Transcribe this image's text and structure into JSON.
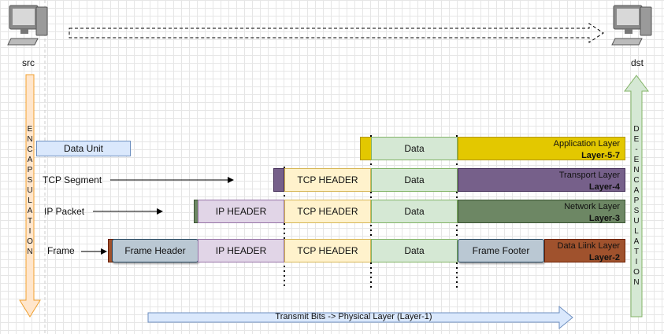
{
  "hosts": {
    "src": "src",
    "dst": "dst"
  },
  "left_arrow_text": "ENCAPSULATION",
  "right_arrow_text": "DE-ENCAPSULATION",
  "legend": {
    "data_unit": "Data Unit"
  },
  "rows": {
    "segment_label": "TCP Segment",
    "packet_label": "IP Packet",
    "frame_label": "Frame"
  },
  "boxes": {
    "data": "Data",
    "tcp_header": "TCP HEADER",
    "ip_header": "IP HEADER",
    "frame_header": "Frame Header",
    "frame_footer": "Frame Footer"
  },
  "layers": {
    "application": {
      "name": "Application Layer",
      "num": "Layer-5-7"
    },
    "transport": {
      "name": "Transport Layer",
      "num": "Layer-4"
    },
    "network": {
      "name": "Network Layer",
      "num": "Layer-3"
    },
    "datalink": {
      "name": "Data Liink Layer",
      "num": "Layer-2"
    }
  },
  "transmit": "Transmit Bits -> Physical Layer (Layer-1)",
  "colors": {
    "application": "#e3c800",
    "transport": "#76608a",
    "network": "#6d8764",
    "datalink": "#a0522d",
    "data": "#d5e8d4",
    "tcp_header": "#fff2cc",
    "ip_header": "#e1d5e7",
    "frame_header": "#bac8d3",
    "data_unit": "#dae8fc",
    "encap_arrow": "#ffe6cc",
    "decap_arrow": "#d5e8d4"
  }
}
